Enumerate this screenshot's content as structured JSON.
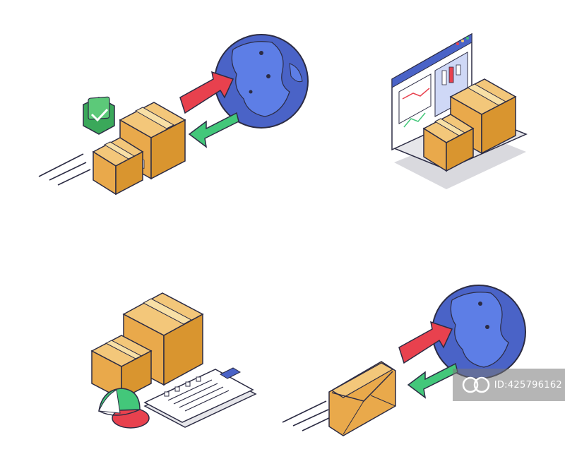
{
  "watermark": {
    "id_text": "ID:425796162"
  },
  "colors": {
    "box": "#e9a94b",
    "box_top": "#f3c77a",
    "box_dark": "#d28a2a",
    "tape": "#f8e0a6",
    "globe": "#4a63c7",
    "globe_land": "#5d7ee6",
    "arrow_red": "#e8414e",
    "arrow_green": "#43c77a",
    "check_green": "#3aa85a",
    "outline": "#2c2c44",
    "laptop": "#d9d9de",
    "screen_bar": "#4a63c7"
  },
  "icons": [
    {
      "name": "export-import-globe-boxes"
    },
    {
      "name": "laptop-inventory-boxes"
    },
    {
      "name": "boxes-clipboard-cap"
    },
    {
      "name": "mail-globe-delivery"
    }
  ]
}
